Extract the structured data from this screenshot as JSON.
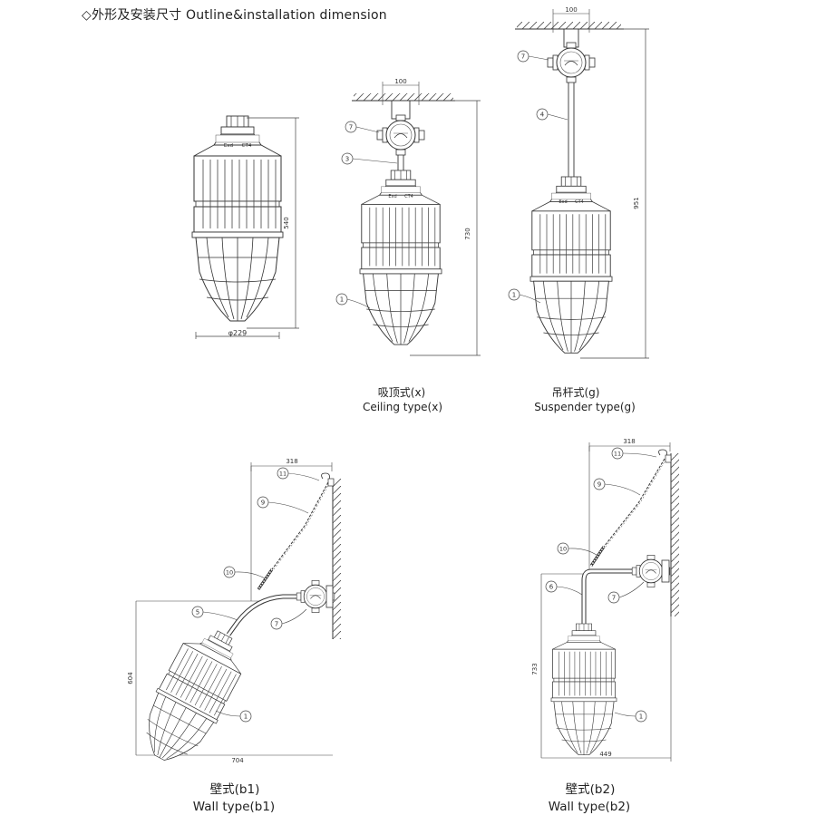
{
  "header": {
    "title": "◇外形及安装尺寸 Outline&installation dimension"
  },
  "lamp_marking": {
    "exd": "Exd",
    "ct4": "CT4"
  },
  "views": {
    "outline": {
      "height": "540",
      "diameter": "φ229"
    },
    "ceiling": {
      "width": "100",
      "height": "730",
      "caption_cn": "吸顶式(x)",
      "caption_en": "Ceiling type(x)",
      "callouts": [
        "7",
        "3",
        "1"
      ]
    },
    "suspender": {
      "width": "100",
      "height": "951",
      "caption_cn": "吊杆式(g)",
      "caption_en": "Suspender type(g)",
      "callouts": [
        "7",
        "4",
        "1"
      ]
    },
    "wall_b1": {
      "top_width": "318",
      "height": "604",
      "width": "704",
      "caption_cn": "壁式(b1)",
      "caption_en": "Wall type(b1)",
      "callouts": [
        "11",
        "9",
        "10",
        "5",
        "7",
        "1"
      ]
    },
    "wall_b2": {
      "top_width": "318",
      "height": "733",
      "width": "449",
      "caption_cn": "壁式(b2)",
      "caption_en": "Wall type(b2)",
      "callouts": [
        "11",
        "9",
        "10",
        "6",
        "7",
        "1"
      ]
    }
  }
}
